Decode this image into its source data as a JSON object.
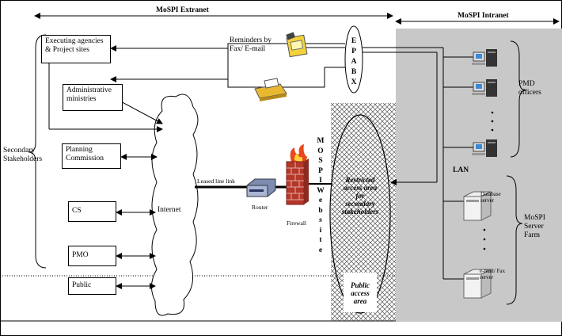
{
  "extranet_label": "MoSPI Extranet",
  "intranet_label": "MoSPI Intranet",
  "executing_agencies": "Executing agencies\n& Project sites",
  "administrative_ministries": "Administrative\nministries",
  "planning_commission": "Planning\nCommission",
  "cs": "CS",
  "pmo": "PMO",
  "public": "Public",
  "secondary_stakeholders": "Secondary\nStakeholders",
  "reminders": "Reminders by\nFax/ E-mail",
  "epabx": "EPABX",
  "internet": "Internet",
  "leased_line": "Leased line link",
  "router": "Router",
  "firewall": "Firewall",
  "mospi_web_site": "MOSPI Web site",
  "restricted_area": "Restricted\naccess area\nfor\nsecondary\nstakeholders",
  "public_area": "Public\naccess\narea",
  "lan": "LAN",
  "pmd_officers": "PMD\nofficers",
  "database_server": "Database\nserver",
  "email_fax_server": "e-mail/ Fax\nserver",
  "server_farm": "MoSPI\nServer\nFarm",
  "colors": {
    "intranet_bg": "#c8c8c8",
    "fire": "#e8481c",
    "brick": "#b5372a",
    "fax": "#e8b830"
  }
}
